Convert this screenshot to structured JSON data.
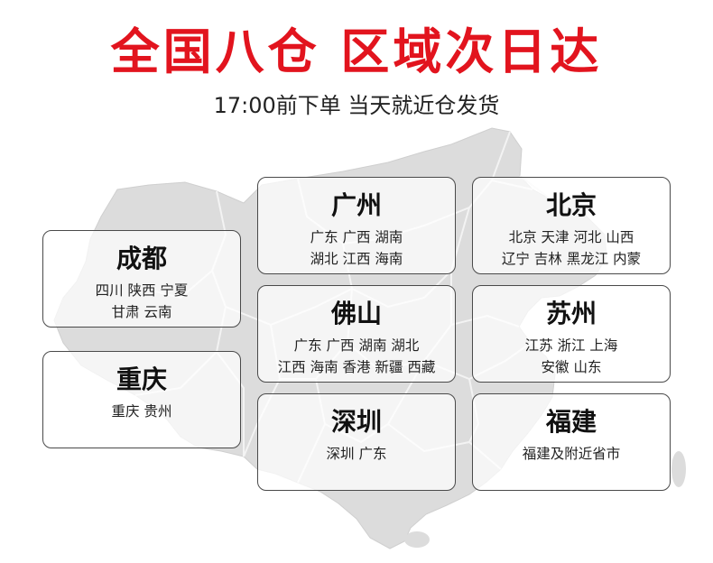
{
  "headline": {
    "title": "全国八仓  区域次日达",
    "subtitle": "17:00前下单 当天就近仓发货"
  },
  "colors": {
    "accent": "#e2141e",
    "map": "#dcdcdc",
    "border": "#4a4a4a"
  },
  "warehouses": [
    {
      "name": "成都",
      "lines": [
        "四川 陕西 宁夏",
        "甘肃 云南"
      ]
    },
    {
      "name": "重庆",
      "lines": [
        "重庆 贵州"
      ]
    },
    {
      "name": "广州",
      "lines": [
        "广东 广西 湖南",
        "湖北 江西 海南"
      ]
    },
    {
      "name": "佛山",
      "lines": [
        "广东 广西 湖南 湖北",
        "江西 海南 香港 新疆 西藏"
      ]
    },
    {
      "name": "深圳",
      "lines": [
        "深圳 广东"
      ]
    },
    {
      "name": "北京",
      "lines": [
        "北京 天津 河北 山西",
        "辽宁 吉林 黑龙江 内蒙"
      ]
    },
    {
      "name": "苏州",
      "lines": [
        "江苏 浙江 上海",
        "安徽 山东"
      ]
    },
    {
      "name": "福建",
      "lines": [
        "福建及附近省市"
      ]
    }
  ]
}
